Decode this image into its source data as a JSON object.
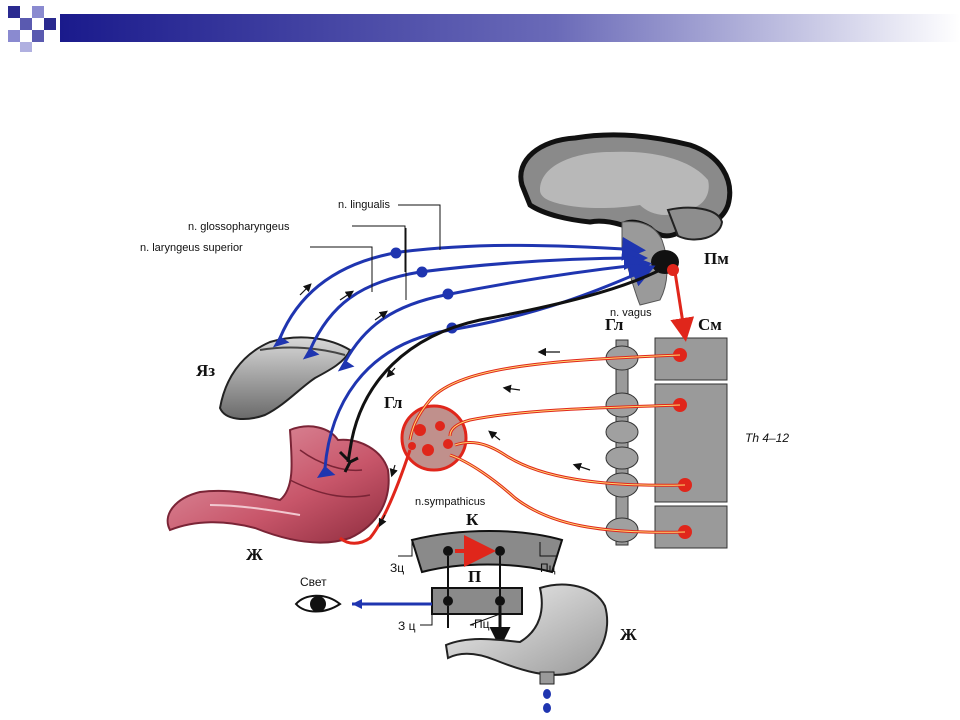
{
  "colors": {
    "nerve_blue": "#1f35b0",
    "nerve_red": "#e0261b",
    "nerve_black": "#111111",
    "tissue_gray": "#9a9a9a",
    "stomach_pink": "#c8566a",
    "header_gradient_start": "#1a1a8c",
    "header_gradient_end": "#ffffff"
  },
  "labels": {
    "n_lingualis": "n. lingualis",
    "n_glossopharyngeus": "n. glossopharyngeus",
    "n_laryngeus": "n. laryngeus superior",
    "n_vagus": "n. vagus",
    "n_sympathicus": "n.sympathicus",
    "pm": "Пм",
    "sm": "См",
    "gl_top": "Гл",
    "gl_mid": "Гл",
    "yaz": "Яз",
    "zh_left": "Ж",
    "zh_right": "Ж",
    "th": "Th 4–12",
    "k": "К",
    "p": "П",
    "zc_top": "Зц",
    "pc_top": "Пц",
    "zc_bottom": "З ц",
    "pc_bottom": "Пц",
    "svet": "Свет"
  }
}
